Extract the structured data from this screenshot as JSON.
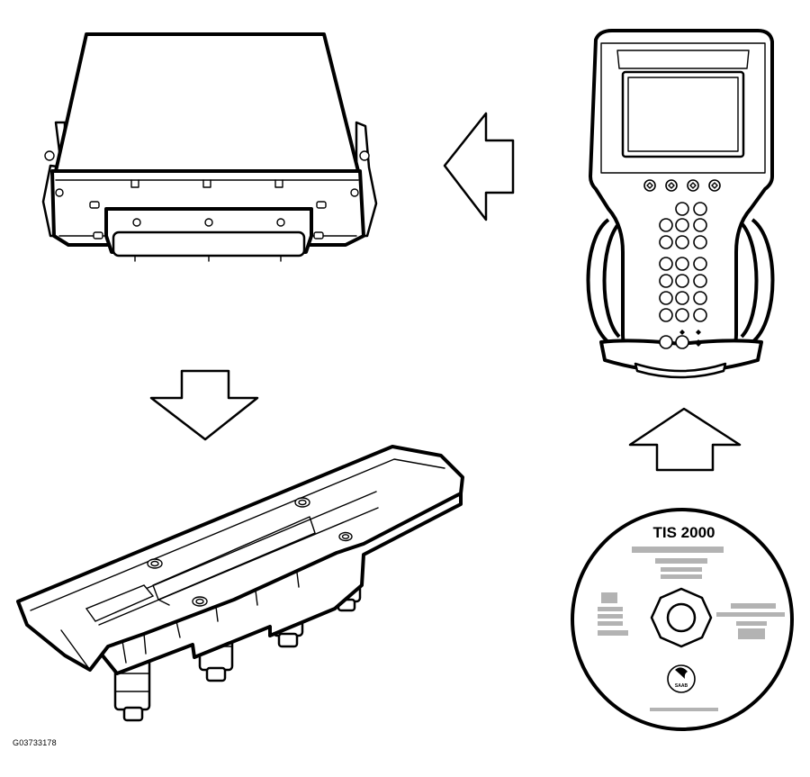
{
  "figure_code": "G03733178",
  "cd": {
    "title": "TIS 2000",
    "logo": "SAAB"
  },
  "colors": {
    "line": "#000000",
    "fill": "#ffffff",
    "label_gray": "#b3b3b3"
  }
}
